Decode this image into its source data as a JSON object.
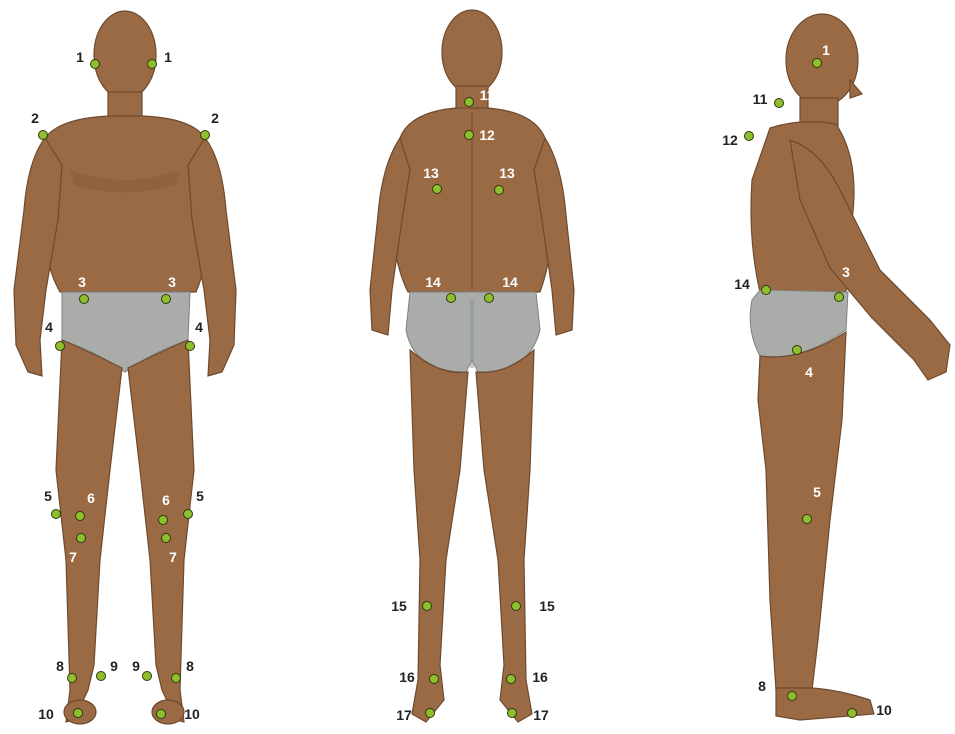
{
  "colors": {
    "marker_fill": "#8fbf2f",
    "marker_stroke": "#2d3a0c",
    "label_on_white": "#222222",
    "label_on_skin": "#ffffff"
  },
  "views": [
    {
      "name": "front",
      "markers": [
        {
          "label": "1",
          "tone": "dark"
        },
        {
          "label": "1",
          "tone": "dark"
        },
        {
          "label": "2",
          "tone": "dark"
        },
        {
          "label": "2",
          "tone": "dark"
        },
        {
          "label": "3",
          "tone": "light"
        },
        {
          "label": "3",
          "tone": "light"
        },
        {
          "label": "4",
          "tone": "dark"
        },
        {
          "label": "4",
          "tone": "dark"
        },
        {
          "label": "5",
          "tone": "dark"
        },
        {
          "label": "6",
          "tone": "light"
        },
        {
          "label": "6",
          "tone": "light"
        },
        {
          "label": "5",
          "tone": "dark"
        },
        {
          "label": "7",
          "tone": "light"
        },
        {
          "label": "7",
          "tone": "light"
        },
        {
          "label": "8",
          "tone": "dark"
        },
        {
          "label": "9",
          "tone": "dark"
        },
        {
          "label": "9",
          "tone": "dark"
        },
        {
          "label": "8",
          "tone": "dark"
        },
        {
          "label": "10",
          "tone": "dark"
        },
        {
          "label": "10",
          "tone": "dark"
        }
      ]
    },
    {
      "name": "back",
      "markers": [
        {
          "label": "11",
          "tone": "light"
        },
        {
          "label": "12",
          "tone": "light"
        },
        {
          "label": "13",
          "tone": "light"
        },
        {
          "label": "13",
          "tone": "light"
        },
        {
          "label": "14",
          "tone": "light"
        },
        {
          "label": "14",
          "tone": "light"
        },
        {
          "label": "15",
          "tone": "dark"
        },
        {
          "label": "15",
          "tone": "dark"
        },
        {
          "label": "16",
          "tone": "dark"
        },
        {
          "label": "16",
          "tone": "dark"
        },
        {
          "label": "17",
          "tone": "dark"
        },
        {
          "label": "17",
          "tone": "dark"
        }
      ]
    },
    {
      "name": "side",
      "markers": [
        {
          "label": "1",
          "tone": "light"
        },
        {
          "label": "11",
          "tone": "dark"
        },
        {
          "label": "12",
          "tone": "dark"
        },
        {
          "label": "14",
          "tone": "dark"
        },
        {
          "label": "3",
          "tone": "light"
        },
        {
          "label": "4",
          "tone": "light"
        },
        {
          "label": "5",
          "tone": "light"
        },
        {
          "label": "8",
          "tone": "dark"
        },
        {
          "label": "10",
          "tone": "dark"
        }
      ]
    }
  ]
}
